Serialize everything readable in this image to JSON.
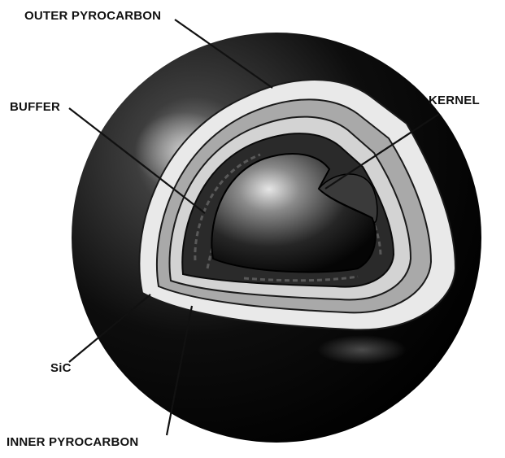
{
  "diagram": {
    "labels": {
      "outer_pyrocarbon": "OUTER PYROCARBON",
      "buffer": "BUFFER",
      "kernel": "KERNEL",
      "sic": "SiC",
      "inner_pyrocarbon": "INNER PYROCARBON"
    }
  }
}
